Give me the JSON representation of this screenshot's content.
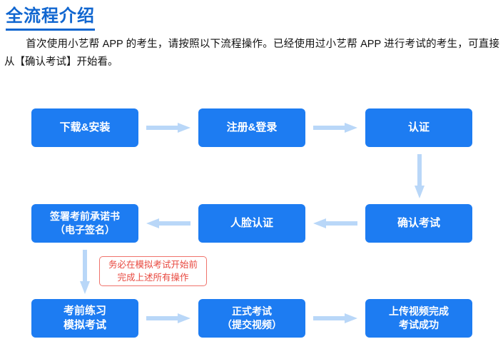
{
  "header": {
    "title": "全流程介绍"
  },
  "intro": {
    "text": "首次使用小艺帮 APP 的考生，请按照以下流程操作。已经使用过小艺帮 APP 进行考试的考生，可直接从【确认考试】开始看。"
  },
  "colors": {
    "accent": "#1d7cf2",
    "title": "#1066d0",
    "arrow": "#b9d7f8",
    "note_border": "#f0736b",
    "note_text": "#e8483f"
  },
  "flow": {
    "nodes": [
      {
        "id": "download",
        "lines": [
          "下载&安装"
        ]
      },
      {
        "id": "register",
        "lines": [
          "注册&登录"
        ]
      },
      {
        "id": "verify",
        "lines": [
          "认证"
        ]
      },
      {
        "id": "confirm-exam",
        "lines": [
          "确认考试"
        ]
      },
      {
        "id": "face-verify",
        "lines": [
          "人脸认证"
        ]
      },
      {
        "id": "sign-commitment",
        "lines": [
          "签署考前承诺书",
          "（电子签名）"
        ]
      },
      {
        "id": "practice",
        "lines": [
          "考前练习",
          "模拟考试"
        ]
      },
      {
        "id": "formal-exam",
        "lines": [
          "正式考试",
          "（提交视频）"
        ]
      },
      {
        "id": "upload-video",
        "lines": [
          "上传视频完成",
          "考试成功"
        ]
      }
    ],
    "note": {
      "id": "deadline-note",
      "lines": [
        "务必在模拟考试开始前",
        "完成上述所有操作"
      ]
    },
    "arrows": [
      {
        "id": "download-to-register",
        "direction": "right"
      },
      {
        "id": "register-to-verify",
        "direction": "right"
      },
      {
        "id": "verify-to-confirm",
        "direction": "down"
      },
      {
        "id": "confirm-to-face",
        "direction": "left"
      },
      {
        "id": "face-to-sign",
        "direction": "left"
      },
      {
        "id": "sign-to-practice",
        "direction": "down"
      },
      {
        "id": "practice-to-formal",
        "direction": "right"
      },
      {
        "id": "formal-to-upload",
        "direction": "right"
      }
    ]
  }
}
